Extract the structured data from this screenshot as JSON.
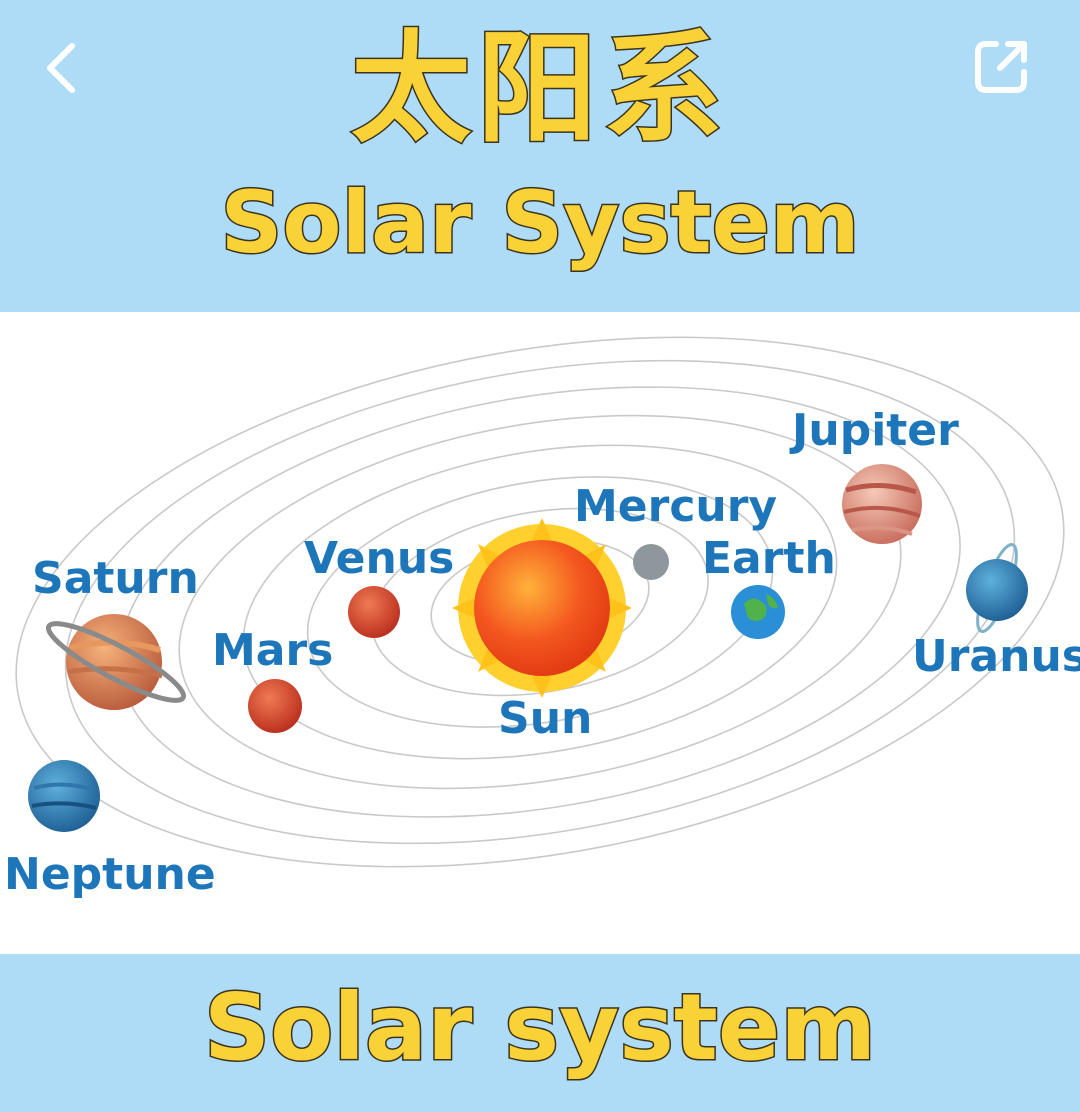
{
  "nav": {
    "back_icon": "chevron-left-icon",
    "share_icon": "share-external-icon"
  },
  "header": {
    "title_cn": "太阳系",
    "title_en": "Solar System"
  },
  "diagram": {
    "labels": {
      "jupiter": "Jupiter",
      "mercury": "Mercury",
      "venus": "Venus",
      "earth": "Earth",
      "saturn": "Saturn",
      "uranus": "Uranus",
      "mars": "Mars",
      "sun": "Sun",
      "neptune": "Neptune"
    }
  },
  "footer": {
    "caption": "Solar system"
  },
  "colors": {
    "band_background": "#aedcf7",
    "title_fill": "#f8d236",
    "title_outline": "#3b3320",
    "label_color": "#1d76b9",
    "orbit_color": "#c9c9c9"
  }
}
